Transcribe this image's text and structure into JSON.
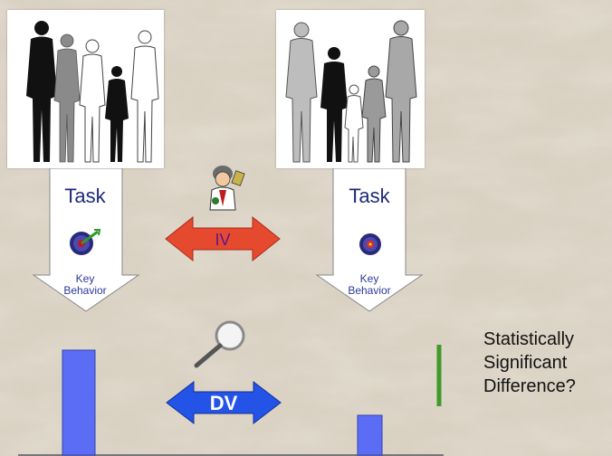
{
  "arrows": {
    "iv_label": "IV",
    "dv_label": "DV"
  },
  "groups": [
    {
      "task_label": "Task",
      "behavior_label": "Key\nBehavior",
      "bar_value": 1.0
    },
    {
      "task_label": "Task",
      "behavior_label": "Key\nBehavior",
      "bar_value": 0.38
    }
  ],
  "question": {
    "line1": "Statistically",
    "line2": "Significant",
    "line3": "Difference?"
  },
  "colors": {
    "bar": "#5b6cf5",
    "iv_arrow": "#e64a2e",
    "dv_arrow": "#2453e8",
    "diff_line": "#3f9a2a",
    "task_text": "#1e2a7a"
  },
  "icons": [
    "people-group-icon",
    "scientist-icon",
    "target-icon",
    "magnifier-icon"
  ]
}
